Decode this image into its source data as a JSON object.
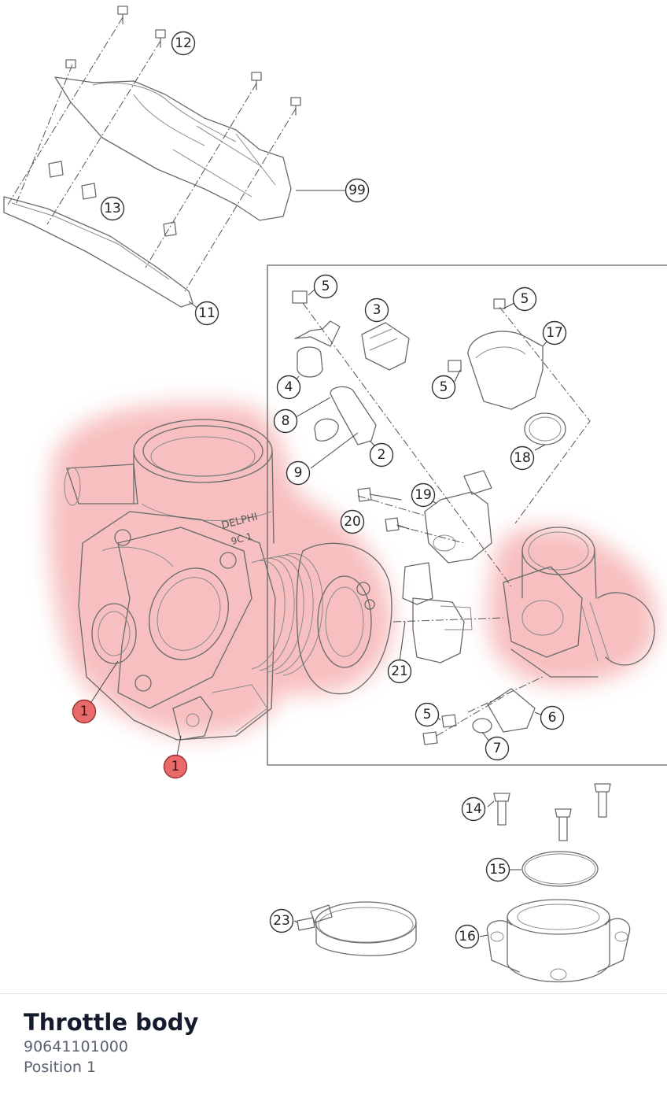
{
  "diagram": {
    "highlight_color": "#f08080",
    "callouts": [
      {
        "id": "c12",
        "label": "12"
      },
      {
        "id": "c99",
        "label": "99"
      },
      {
        "id": "c13",
        "label": "13"
      },
      {
        "id": "c11",
        "label": "11"
      },
      {
        "id": "c5a",
        "label": "5"
      },
      {
        "id": "c3",
        "label": "3"
      },
      {
        "id": "c5b",
        "label": "5"
      },
      {
        "id": "c17",
        "label": "17"
      },
      {
        "id": "c4",
        "label": "4"
      },
      {
        "id": "c5c",
        "label": "5"
      },
      {
        "id": "c8",
        "label": "8"
      },
      {
        "id": "c18",
        "label": "18"
      },
      {
        "id": "c2",
        "label": "2"
      },
      {
        "id": "c9",
        "label": "9"
      },
      {
        "id": "c19",
        "label": "19"
      },
      {
        "id": "c20",
        "label": "20"
      },
      {
        "id": "c21",
        "label": "21"
      },
      {
        "id": "c1a",
        "label": "1",
        "highlighted": true
      },
      {
        "id": "c1b",
        "label": "1",
        "highlighted": true
      },
      {
        "id": "c5d",
        "label": "5"
      },
      {
        "id": "c6",
        "label": "6"
      },
      {
        "id": "c7",
        "label": "7"
      },
      {
        "id": "c14",
        "label": "14"
      },
      {
        "id": "c15",
        "label": "15"
      },
      {
        "id": "c23",
        "label": "23"
      },
      {
        "id": "c16",
        "label": "16"
      }
    ]
  },
  "part": {
    "title": "Throttle body",
    "number": "90641101000",
    "position": "Position 1"
  }
}
